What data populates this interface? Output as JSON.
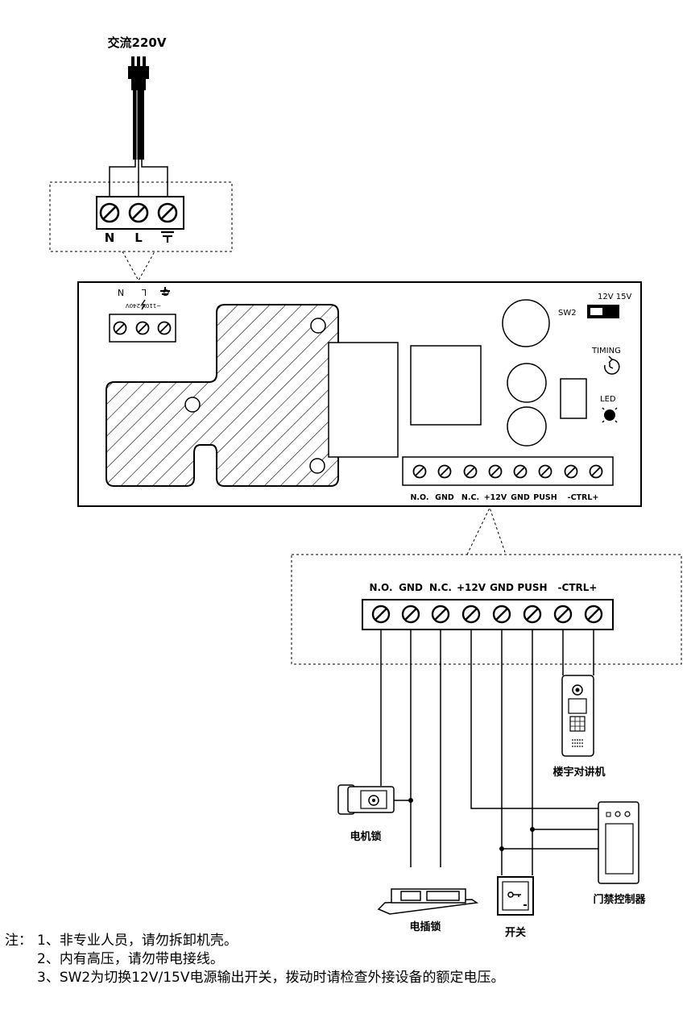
{
  "power": {
    "label": "交流220V"
  },
  "power_terminals": {
    "labels": [
      "N",
      "L",
      "⏚"
    ]
  },
  "board": {
    "power_block_labels": [
      "~110V-240V",
      "N",
      "L",
      "G"
    ],
    "sw2": {
      "label": "SW2",
      "voltage_options": "12V 15V"
    },
    "timing_label": "TIMING",
    "led_label": "LED",
    "terminal_labels": [
      "N.O.",
      "GND",
      "N.C.",
      "+12V",
      "GND",
      "PUSH",
      "-CTRL+"
    ]
  },
  "zoom_terminals": {
    "labels": [
      "N.O.",
      "GND",
      "N.C.",
      "+12V",
      "GND",
      "PUSH",
      "-CTRL+"
    ]
  },
  "devices": {
    "motor_lock": "电机锁",
    "intercom": "楼宇对讲机",
    "access_controller": "门禁控制器",
    "bolt_lock": "电插锁",
    "switch": "开关"
  },
  "notes": {
    "prefix": "注：",
    "items": [
      "1、非专业人员，请勿拆卸机壳。",
      "2、内有高压，请勿带电接线。",
      "3、SW2为切换12V/15V电源输出开关，拨动时请检查外接设备的额定电压。"
    ]
  },
  "colors": {
    "line": "#000000",
    "background": "#ffffff"
  }
}
